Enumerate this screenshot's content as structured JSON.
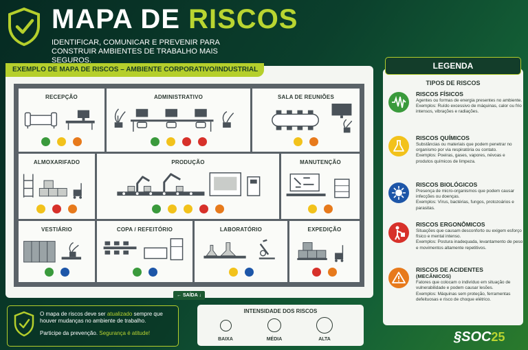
{
  "header": {
    "title_white": "MAPA DE",
    "title_green": "RISCOS",
    "subtitle": "IDENTIFICAR, COMUNICAR E PREVENIR PARA CONSTRUIR AMBIENTES DE TRABALHO MAIS SEGUROS."
  },
  "map": {
    "banner": "EXEMPLO DE MAPA DE RISCOS – AMBIENTE CORPORATIVO/INDUSTRIAL",
    "exit_label": "SAÍDA",
    "rooms": [
      {
        "name": "RECEPÇÃO",
        "dots": [
          "green",
          "yellow",
          "orange"
        ]
      },
      {
        "name": "ADMINISTRATIVO",
        "dots": [
          "green",
          "yellow",
          "red",
          "red"
        ]
      },
      {
        "name": "SALA DE REUNIÕES",
        "dots": [
          "yellow",
          "orange"
        ]
      },
      {
        "name": "ALMOXARIFADO",
        "dots": [
          "yellow",
          "red",
          "orange"
        ]
      },
      {
        "name": "PRODUÇÃO",
        "dots": [
          "green",
          "yellow",
          "yellow",
          "red",
          "orange"
        ]
      },
      {
        "name": "MANUTENÇÃO",
        "dots": [
          "yellow",
          "orange"
        ]
      },
      {
        "name": "VESTIÁRIO",
        "dots": [
          "green",
          "blue"
        ]
      },
      {
        "name": "COPA / REFEITÓRIO",
        "dots": [
          "green",
          "blue"
        ]
      },
      {
        "name": "LABORATÓRIO",
        "dots": [
          "yellow",
          "blue"
        ]
      },
      {
        "name": "EXPEDIÇÃO",
        "dots": [
          "red",
          "orange"
        ]
      }
    ]
  },
  "colors": {
    "green": "#3a9a3c",
    "yellow": "#f2c21b",
    "orange": "#e77a1c",
    "red": "#d7312a",
    "blue": "#1d56a8",
    "accent": "#b5cf2c",
    "dark": "#133d2a"
  },
  "note": {
    "line1_a": "O mapa de riscos deve ser ",
    "line1_hl": "atualizado",
    "line1_b": " sempre que houver mudanças no ambiente de trabalho.",
    "line2_a": "Participe da prevenção. ",
    "line2_hl": "Segurança é atitude!"
  },
  "intensity": {
    "title": "INTENSIDADE DOS RISCOS",
    "levels": [
      "BAIXA",
      "MÉDIA",
      "ALTA"
    ]
  },
  "legend": {
    "header": "LEGENDA",
    "subtitle": "TIPOS DE RISCOS",
    "items": [
      {
        "name": "RISCOS FÍSICOS",
        "color": "green",
        "icon": "sound-wave-icon",
        "desc": "Agentes ou formas de energia presentes no ambiente.",
        "examples": "Exemplos: Ruído excessivo de máquinas, calor ou frio intensos, vibrações e radiações."
      },
      {
        "name": "RISCOS QUÍMICOS",
        "color": "yellow",
        "icon": "flask-icon",
        "desc": "Substâncias ou materiais que podem penetrar no organismo por via respiratória ou contato.",
        "examples": "Exemplos: Poeiras, gases, vapores, névoas e produtos químicos de limpeza."
      },
      {
        "name": "RISCOS BIOLÓGICOS",
        "color": "blue",
        "icon": "virus-icon",
        "desc": "Presença de micro-organismos que podem causar infecções ou doenças.",
        "examples": "Exemplos: Vírus, bactérias, fungos, protozoários e parasitas."
      },
      {
        "name": "RISCOS ERGONÔMICOS",
        "color": "red",
        "icon": "worker-lifting-icon",
        "desc": "Situações que causam desconforto ou exigem esforço físico e mental intenso.",
        "examples": "Exemplos: Postura inadequada, levantamento de peso e movimentos altamente repetitivos."
      },
      {
        "name": "RISCOS DE ACIDENTES",
        "name2": "(MECÂNICOS)",
        "color": "orange",
        "icon": "warning-icon",
        "desc": "Fatores que colocam o indivíduo em situação de vulnerabilidade e podem causar lesões.",
        "examples": "Exemplos: Máquinas sem proteção, ferramentas defeituosas e risco de choque elétrico."
      }
    ]
  },
  "brand": {
    "name": "SOC",
    "number": "25"
  }
}
